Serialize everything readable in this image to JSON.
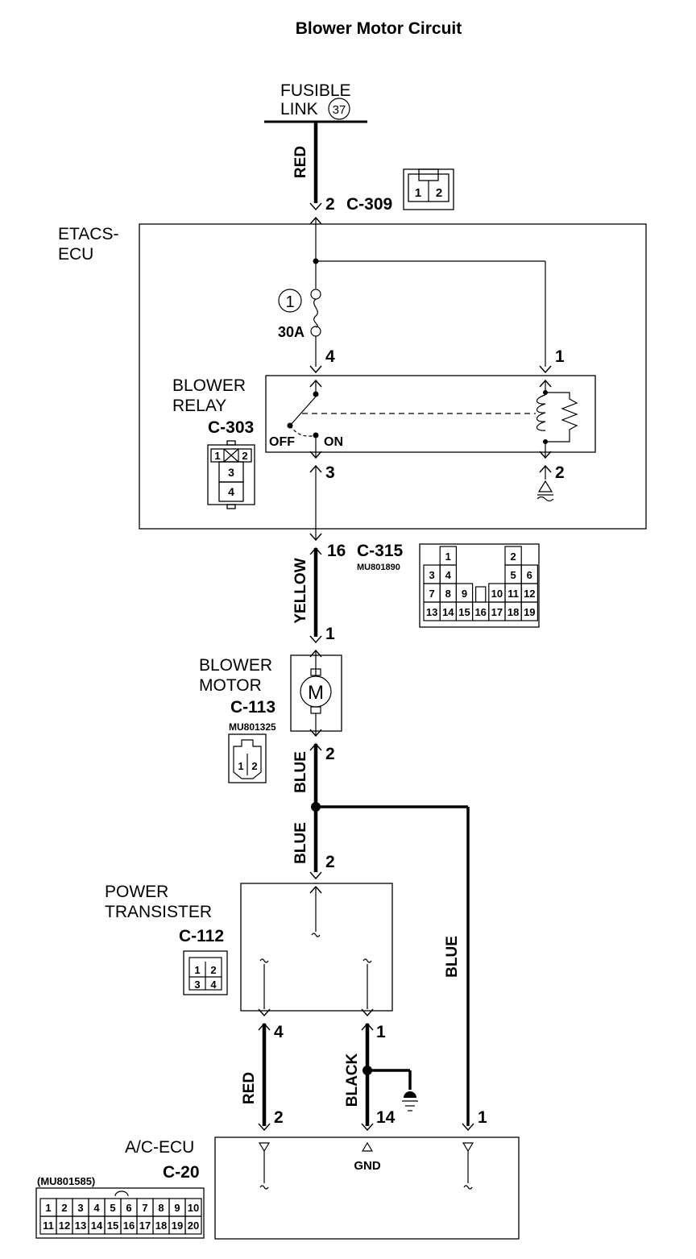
{
  "title": "Blower Motor Circuit",
  "fusible_link": {
    "line1": "FUSIBLE",
    "line2": "LINK",
    "number": "37"
  },
  "wire_colors": {
    "red_top": "RED",
    "yellow": "YELLOW",
    "blue_1": "BLUE",
    "blue_2": "BLUE",
    "blue_right": "BLUE",
    "red_bottom": "RED",
    "black": "BLACK"
  },
  "etacs": {
    "line1": "ETACS-",
    "line2": "ECU",
    "fuse_number": "1",
    "fuse_rating": "30A"
  },
  "relay": {
    "line1": "BLOWER",
    "line2": "RELAY",
    "connector": "C-303",
    "off": "OFF",
    "on": "ON",
    "pins": [
      "1",
      "2",
      "3",
      "4"
    ]
  },
  "motor": {
    "line1": "BLOWER",
    "line2": "MOTOR",
    "connector": "C-113",
    "part": "MU801325"
  },
  "transistor": {
    "line1": "POWER",
    "line2": "TRANSISTER",
    "connector": "C-112"
  },
  "acecu": {
    "label": "A/C-ECU",
    "connector": "C-20",
    "part": "(MU801585)",
    "gnd": "GND"
  },
  "connectors": {
    "c309": {
      "name": "C-309",
      "pin": "2"
    },
    "c315": {
      "name": "C-315",
      "pin": "16",
      "part": "MU801890"
    }
  },
  "pins": {
    "relay_top_left": "4",
    "relay_top_right": "1",
    "relay_bottom_left": "3",
    "relay_bottom_right": "2",
    "motor_top": "1",
    "motor_bottom": "2",
    "transistor_top": "2",
    "transistor_left": "4",
    "transistor_right": "1",
    "ac_red": "2",
    "ac_black": "14",
    "ac_blue": "1"
  },
  "conn_faces": {
    "c309": [
      "1",
      "2"
    ],
    "c303": [
      "1",
      "2",
      "3",
      "4"
    ],
    "c315": [
      "1",
      "2",
      "3",
      "4",
      "5",
      "6",
      "7",
      "8",
      "9",
      "10",
      "11",
      "12",
      "13",
      "14",
      "15",
      "16",
      "17",
      "18",
      "19"
    ],
    "c113": [
      "1",
      "2"
    ],
    "c112": [
      "1",
      "2",
      "3",
      "4"
    ],
    "c20": [
      "1",
      "2",
      "3",
      "4",
      "5",
      "6",
      "7",
      "8",
      "9",
      "10",
      "11",
      "12",
      "13",
      "14",
      "15",
      "16",
      "17",
      "18",
      "19",
      "20"
    ]
  },
  "motor_symbol": "M"
}
